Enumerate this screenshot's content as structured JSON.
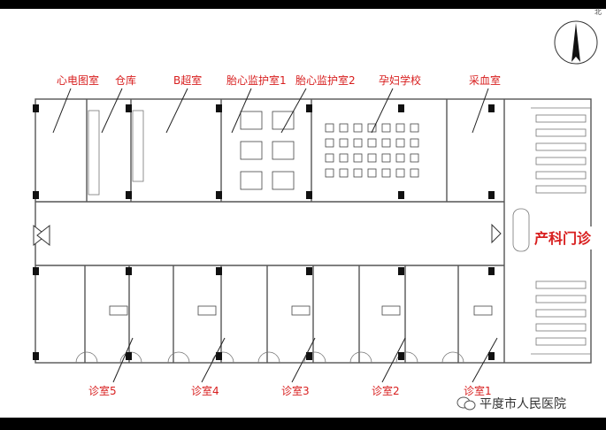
{
  "compass_letter": "北",
  "rooms_top": [
    "心电图室",
    "仓库",
    "B超室",
    "胎心监护室1",
    "胎心监护室2",
    "孕妇学校",
    "采血室"
  ],
  "rooms_bottom": [
    "诊室5",
    "诊室4",
    "诊室3",
    "诊室2",
    "诊室1"
  ],
  "department": "产科门诊",
  "watermark": "平度市人民医院",
  "colors": {
    "label_red": "#d81e1e",
    "wall_gray": "#555555"
  }
}
